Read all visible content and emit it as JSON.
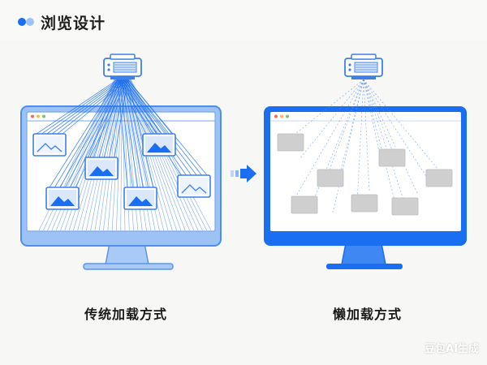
{
  "header": {
    "title": "浏览设计"
  },
  "left": {
    "caption": "传统加载方式"
  },
  "right": {
    "caption": "懒加载方式"
  },
  "watermark": "豆包AI生成",
  "colors": {
    "accent": "#1a6ef2",
    "accent_light": "#8bb4f4",
    "placeholder": "#cfcfcf",
    "background": "#f7f8f6"
  }
}
